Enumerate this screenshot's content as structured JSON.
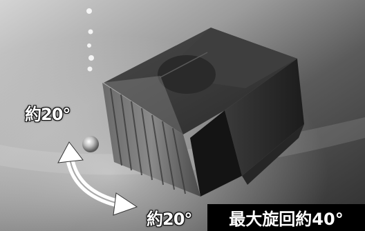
{
  "labels": {
    "angle_top": "約20°",
    "angle_bottom": "約20°"
  },
  "caption": "最大旋回約40°",
  "colors": {
    "caption_bg": "#000000",
    "caption_text": "#ffffff",
    "arrow": "#ffffff"
  }
}
